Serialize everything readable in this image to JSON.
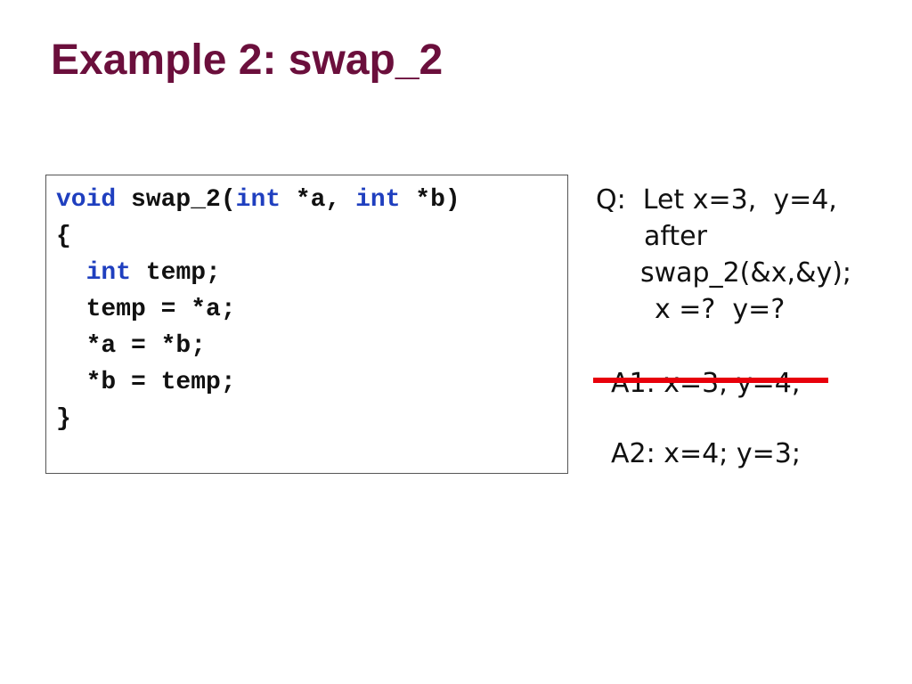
{
  "slide": {
    "title": "Example 2: swap_2"
  },
  "code": {
    "line1": {
      "kw_void": "void",
      "fn_name": " swap_2(",
      "kw_int_a": "int",
      "param_a": " *a, ",
      "kw_int_b": "int",
      "param_b": " *b)"
    },
    "line2": "{",
    "line3": {
      "indent": "  ",
      "kw_int": "int",
      "rest": " temp;"
    },
    "line4": "  temp = *a;",
    "line5": "  *a = *b;",
    "line6": "  *b = temp;",
    "line7": "}"
  },
  "question": {
    "line1": "Q:  Let x=3,  y=4,",
    "line2": "after",
    "line3": "swap_2(&x,&y);",
    "line4": "x =?  y=?"
  },
  "answers": {
    "a1": "A1: x=3; y=4;",
    "a2": "A2: x=4; y=3;"
  },
  "colors": {
    "title": "#6b0f3c",
    "keyword": "#1f3fbf",
    "strikethrough": "#e8000b"
  }
}
